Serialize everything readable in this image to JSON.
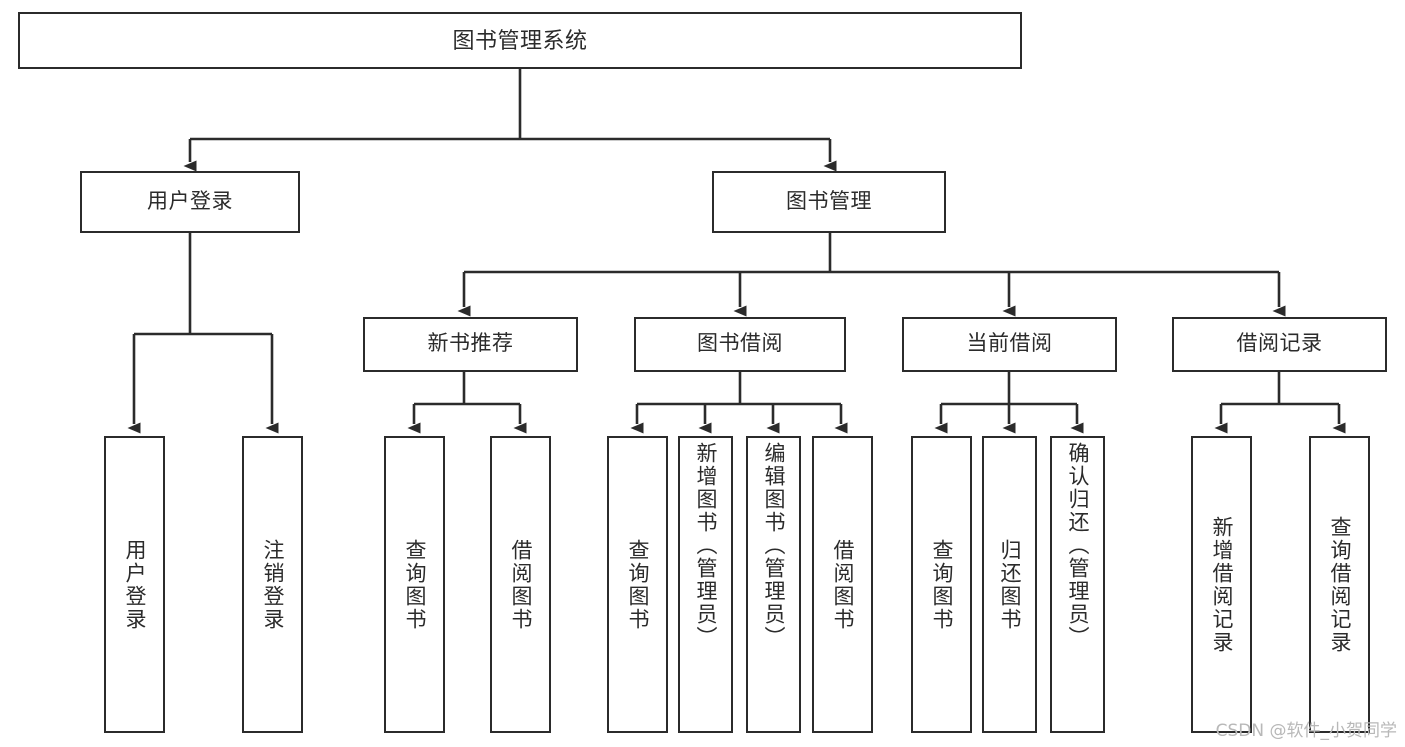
{
  "diagram": {
    "title": "图书管理系统",
    "type": "hierarchy-tree",
    "watermark": "CSDN @软件_小贺同学",
    "colors": {
      "node_border": "#2b2b2b",
      "node_fill": "#ffffff",
      "edge": "#2b2b2b",
      "text": "#2b2b2b",
      "watermark": "#b8b8b8",
      "background": "#ffffff"
    },
    "levels": {
      "root": {
        "label": "图书管理系统"
      },
      "level2": [
        {
          "label": "用户登录"
        },
        {
          "label": "图书管理"
        }
      ],
      "level3": [
        {
          "label": "新书推荐"
        },
        {
          "label": "图书借阅"
        },
        {
          "label": "当前借阅"
        },
        {
          "label": "借阅记录"
        }
      ],
      "leaves": [
        {
          "label": "用户登录",
          "parent": "用户登录"
        },
        {
          "label": "注销登录",
          "parent": "用户登录"
        },
        {
          "label": "查询图书",
          "parent": "新书推荐"
        },
        {
          "label": "借阅图书",
          "parent": "新书推荐"
        },
        {
          "label": "查询图书",
          "parent": "图书借阅"
        },
        {
          "label": "新增图书（管理员）",
          "parent": "图书借阅"
        },
        {
          "label": "编辑图书（管理员）",
          "parent": "图书借阅"
        },
        {
          "label": "借阅图书",
          "parent": "图书借阅"
        },
        {
          "label": "查询图书",
          "parent": "当前借阅"
        },
        {
          "label": "归还图书",
          "parent": "当前借阅"
        },
        {
          "label": "确认归还（管理员）",
          "parent": "当前借阅"
        },
        {
          "label": "新增借阅记录",
          "parent": "借阅记录"
        },
        {
          "label": "查询借阅记录",
          "parent": "借阅记录"
        }
      ]
    }
  }
}
